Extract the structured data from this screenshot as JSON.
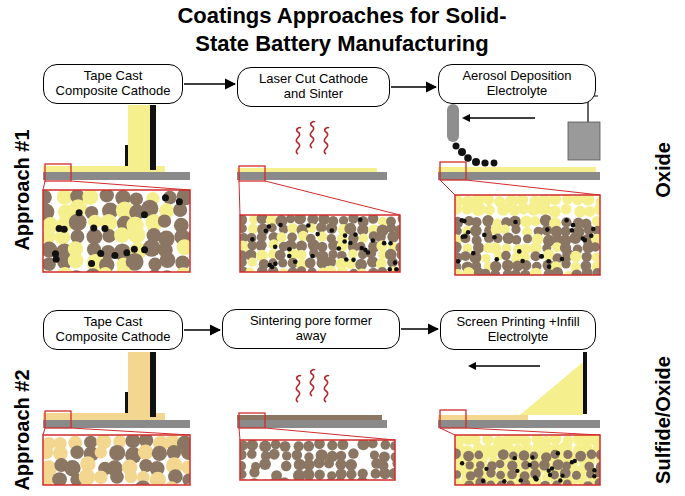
{
  "diagram": {
    "title": "Coatings Approaches for Solid-State Battery Manufacturing",
    "nodes": [
      {
        "text": [
          "Tape Cast Composite Cathode"
        ]
      },
      {
        "text": [
          "Laser Cut Cathode and Sinter"
        ]
      },
      {
        "text": [
          "Aerosol Deposition Electrolyte"
        ]
      },
      {
        "text": [
          "Tape Cast Composite Cathode"
        ]
      },
      {
        "text": [
          "Sintering pore former away"
        ]
      },
      {
        "text": [
          "Screen Printing +Infill Electrolyte"
        ]
      }
    ],
    "edges": [
      {
        "from": 0,
        "to": 1,
        "arrow": "to"
      },
      {
        "from": 1,
        "to": 2,
        "arrow": "to"
      },
      {
        "from": 3,
        "to": 4,
        "arrow": "to"
      },
      {
        "from": 4,
        "to": 5,
        "arrow": "to"
      }
    ],
    "labels": [
      "Approach #1",
      "Approach #2",
      "Oxide",
      "Sulfide/Oxide"
    ]
  }
}
